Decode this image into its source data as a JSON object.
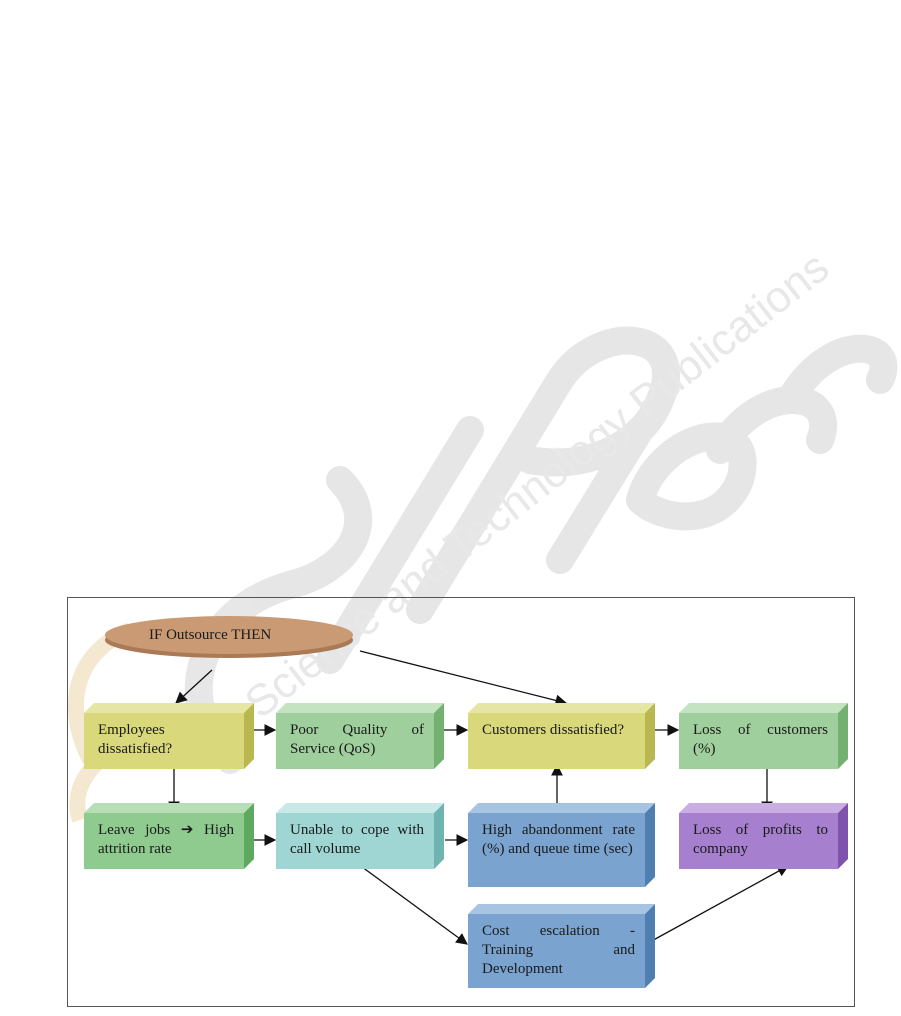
{
  "diagram": {
    "start": {
      "label": "IF Outsource THEN",
      "fill": "#c99a74"
    },
    "nodes": {
      "employees": {
        "label": "Employees dissatisfied?",
        "fill": "#d9d87a"
      },
      "poor_qos": {
        "label": "Poor Quality of Service (QoS)",
        "fill": "#9fcf9c"
      },
      "customers": {
        "label": "Customers dissatisfied?",
        "fill": "#d9d87a"
      },
      "loss_customers": {
        "label": "Loss of customers (%)",
        "fill": "#9fcf9c"
      },
      "leave_jobs": {
        "label": "Leave jobs ➔ High attrition rate",
        "fill": "#8fca8f"
      },
      "unable_cope": {
        "label": "Unable to cope with call volume",
        "fill": "#9fd6d4"
      },
      "abandonment": {
        "label": "High abandonment rate (%) and queue time (sec)",
        "fill": "#7aa3cf"
      },
      "loss_profits": {
        "label": "Loss of profits to company",
        "fill": "#a77fcf"
      },
      "cost_escalation": {
        "label": "Cost escalation - Training and Development",
        "fill": "#7aa3cf"
      }
    },
    "colors": {
      "frame": "#555555",
      "arrow": "#111111",
      "watermark": "#e3e3e3"
    }
  }
}
